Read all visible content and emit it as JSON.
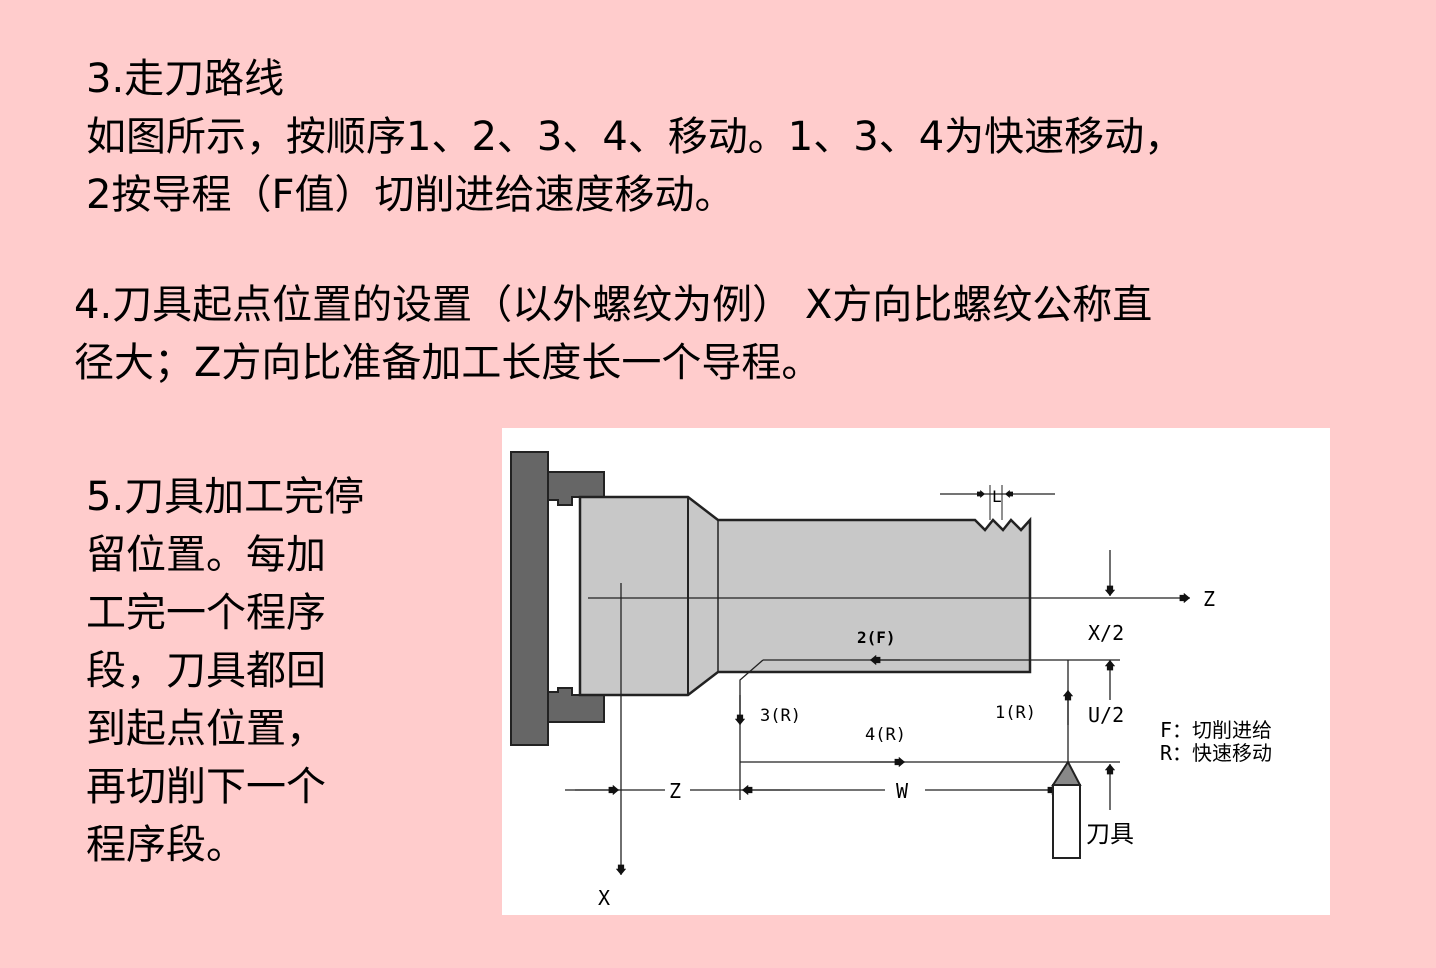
{
  "section3": {
    "title": "3.走刀路线",
    "lines": [
      "如图所示，按顺序1、2、3、4、移动。1、3、4为快速移动，",
      "2按导程（F值）切削进给速度移动。"
    ]
  },
  "section4": {
    "lines": [
      "4.刀具起点位置的设置（以外螺纹为例） X方向比螺纹公称直",
      "径大；Z方向比准备加工长度长一个导程。"
    ]
  },
  "section5": {
    "lines": [
      "5.刀具加工完停",
      "留位置。每加",
      "工完一个程序",
      "段，刀具都回",
      "到起点位置，",
      "再切削下一个",
      "程序段。"
    ]
  },
  "diagram": {
    "lead_label": "L",
    "z_axis": "Z",
    "x_axis": "X",
    "half_x": "X/2",
    "half_u": "U/2",
    "step1": "1(R)",
    "step2": "2(F)",
    "step3": "3(R)",
    "step4": "4(R)",
    "dim_z": "Z",
    "dim_w": "W",
    "tool": "刀具",
    "legend_f": "F：切削进给",
    "legend_r": "R：快速移动"
  }
}
